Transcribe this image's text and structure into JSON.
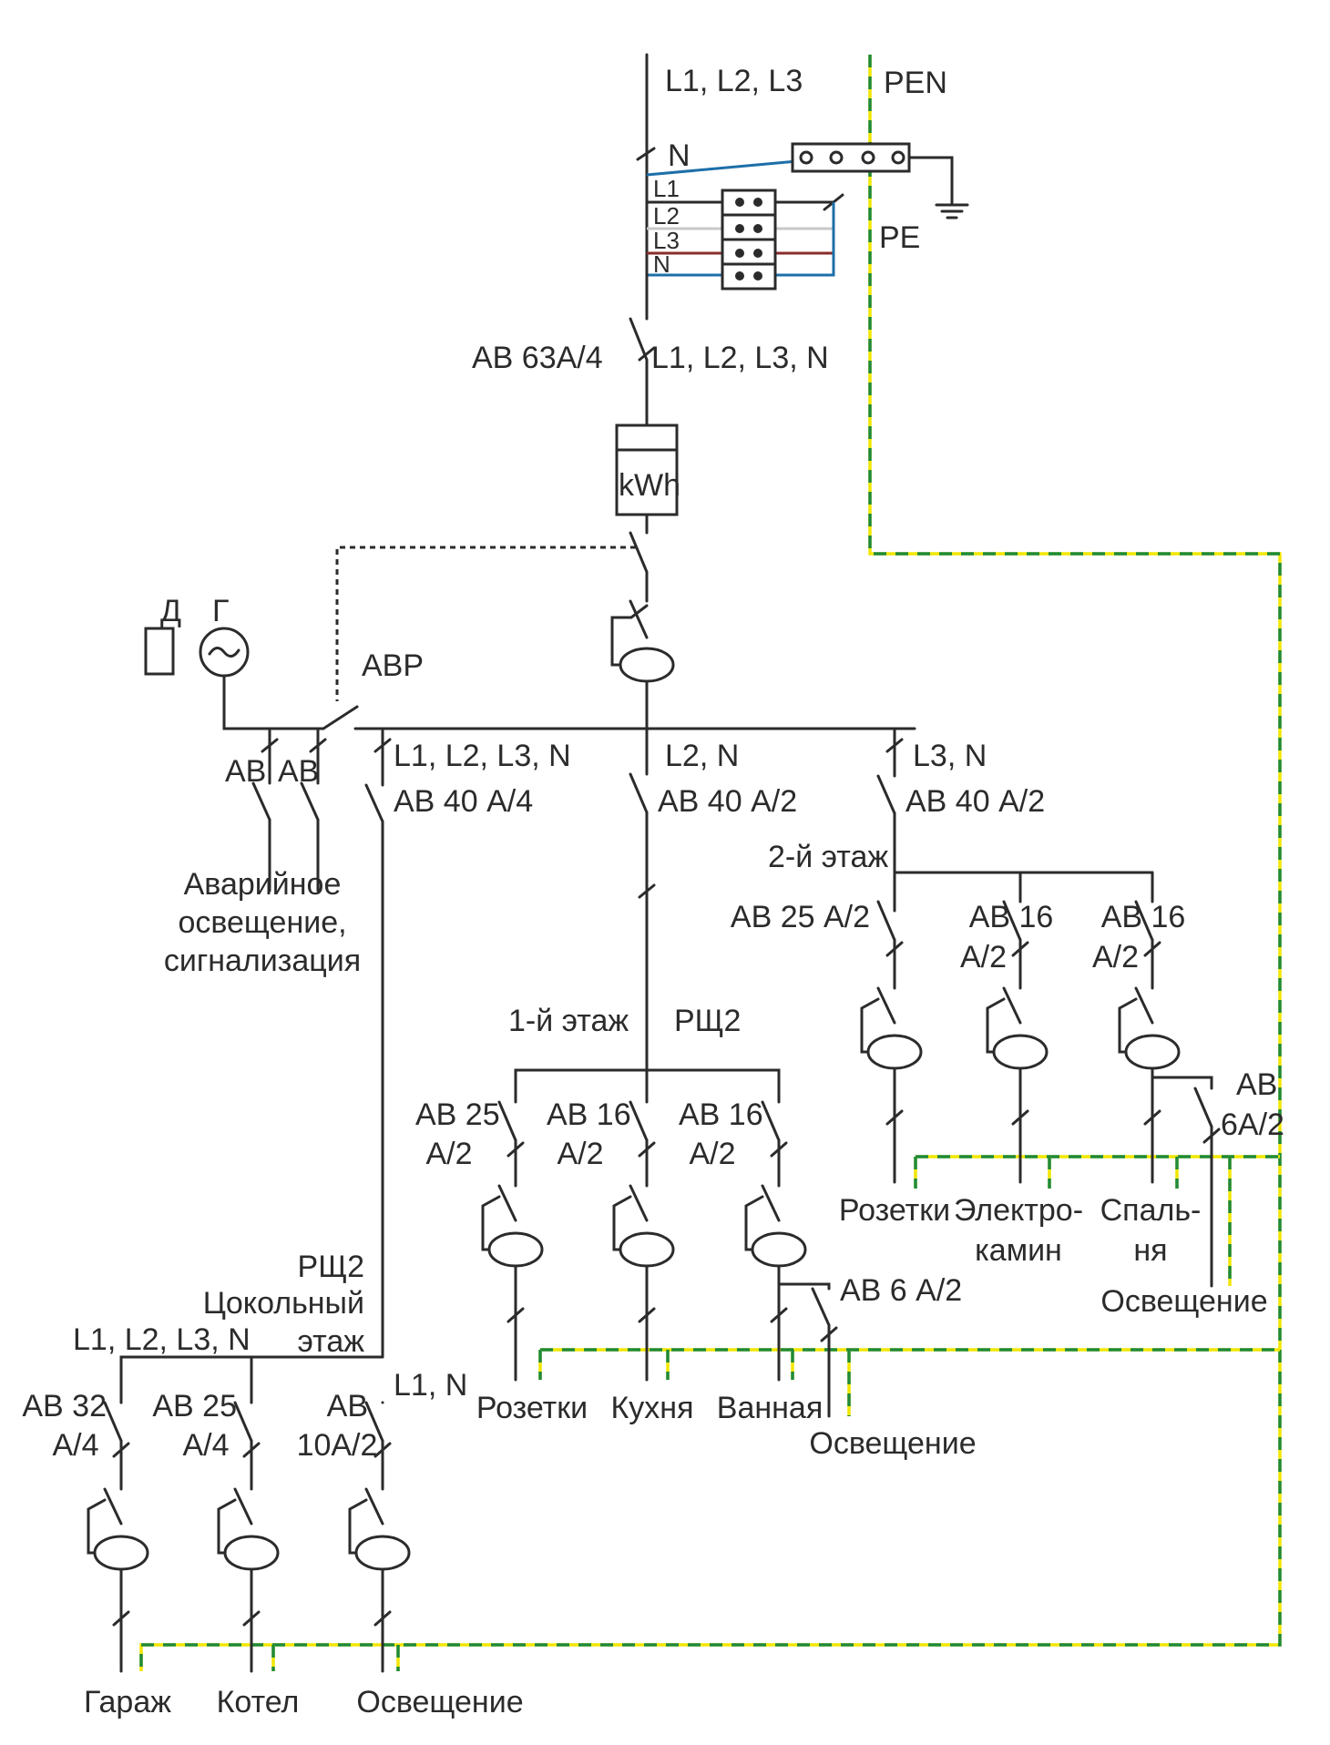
{
  "colors": {
    "wire": "#2b2b2b",
    "neutral": "#1d6fa8",
    "l2_wire": "#c8c8c8",
    "l3_wire": "#8b2b2b",
    "pe_yellow": "#f2e600",
    "pe_green": "#1f8a3a"
  },
  "input": {
    "phases_label": "L1, L2, L3",
    "pen_label": "PEN",
    "pe_label": "PE",
    "n_label": "N",
    "terminal_l1": "L1",
    "terminal_l2": "L2",
    "terminal_l3": "L3",
    "terminal_n": "N"
  },
  "main_breaker": {
    "label": "АВ 63А/4",
    "lines": "L1, L2, L3, N"
  },
  "meter": {
    "label": "kWh"
  },
  "generator": {
    "d_label": "Д",
    "g_label": "Г",
    "avr_label": "АВР"
  },
  "emergency": {
    "ab1": "АВ",
    "ab2": "АВ",
    "text_line1": "Аварийное",
    "text_line2": "освещение,",
    "text_line3": "сигнализация"
  },
  "feeders": {
    "basement": {
      "lines": "L1, L2, L3, N",
      "breaker": "АВ 40 А/4"
    },
    "floor1": {
      "lines": "L2, N",
      "breaker": "АВ 40 А/2"
    },
    "floor2": {
      "lines": "L3, N",
      "breaker": "АВ 40 А/2"
    }
  },
  "floor2": {
    "title": "2-й этаж",
    "branches": [
      {
        "breaker_line1": "АВ 25 А/2",
        "breaker_line2": "",
        "load_line1": "Розетки",
        "load_line2": ""
      },
      {
        "breaker_line1": "АВ 16",
        "breaker_line2": "А/2",
        "load_line1": "Электро-",
        "load_line2": "камин"
      },
      {
        "breaker_line1": "АВ 16",
        "breaker_line2": "А/2",
        "load_line1": "Спаль-",
        "load_line2": "ня"
      }
    ],
    "light_breaker_line1": "АВ",
    "light_breaker_line2": "6А/2",
    "light_load": "Освещение"
  },
  "floor1": {
    "title": "1-й этаж",
    "panel": "РЩ2",
    "branches": [
      {
        "breaker_line1": "АВ 25",
        "breaker_line2": "А/2",
        "load": "Розетки"
      },
      {
        "breaker_line1": "АВ 16",
        "breaker_line2": "А/2",
        "load": "Кухня"
      },
      {
        "breaker_line1": "АВ 16",
        "breaker_line2": "А/2",
        "load": "Ванная"
      }
    ],
    "light_breaker": "АВ 6 А/2",
    "light_load": "Освещение"
  },
  "basement": {
    "panel": "РЩ2",
    "title_line1": "Цокольный",
    "title_line2": "этаж",
    "lines": "L1, L2, L3, N",
    "lines_light": "L1, N",
    "branches": [
      {
        "breaker_line1": "АВ 32",
        "breaker_line2": "А/4",
        "load": "Гараж"
      },
      {
        "breaker_line1": "АВ 25",
        "breaker_line2": "А/4",
        "load": "Котел"
      },
      {
        "breaker_line1": "АВ",
        "breaker_line2": "10А/2",
        "load": "Освещение"
      }
    ]
  }
}
